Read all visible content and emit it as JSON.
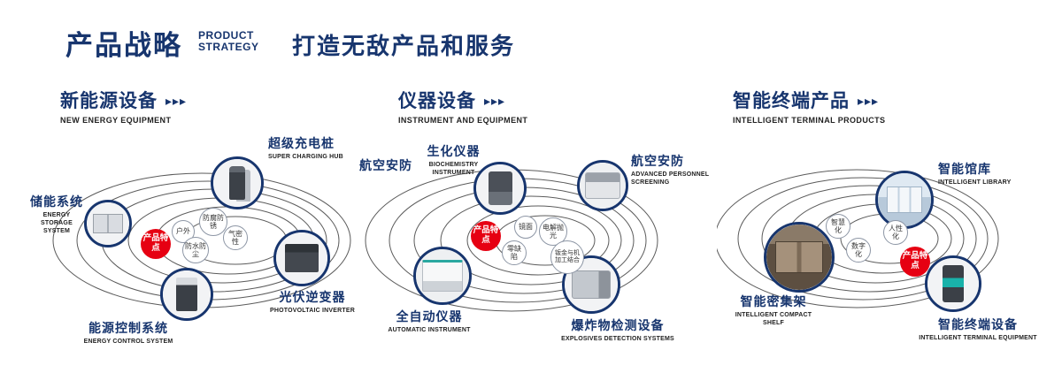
{
  "theme": {
    "navy": "#17356e",
    "red": "#e60012",
    "ring": "#3f3f3f"
  },
  "header": {
    "title": "产品战略",
    "subtitle_line1": "PRODUCT",
    "subtitle_line2": "STRATEGY",
    "slogan": "打造无敌产品和服务"
  },
  "sections": [
    {
      "title": "新能源设备",
      "subtitle": "NEW ENERGY EQUIPMENT",
      "arrows": "▸▸▸",
      "badge": "产品特点",
      "features": [
        "户外",
        "防腐防锈",
        "气密性",
        "防水防尘"
      ],
      "products": [
        {
          "name": "储能系统",
          "caption": "ENERGY STORAGE SYSTEM"
        },
        {
          "name": "超级充电桩",
          "caption": "SUPER CHARGING HUB"
        },
        {
          "name": "光伏逆变器",
          "caption": "PHOTOVOLTAIC INVERTER"
        },
        {
          "name": "能源控制系统",
          "caption": "ENERGY CONTROL SYSTEM"
        }
      ]
    },
    {
      "title": "仪器设备",
      "subtitle": "INSTRUMENT AND EQUIPMENT",
      "arrows": "▸▸▸",
      "badge": "产品特点",
      "extra_label": "航空安防",
      "features": [
        "镜面",
        "电解抛光",
        "零缺陷",
        "钣金与机加工结合"
      ],
      "products": [
        {
          "name": "生化仪器",
          "caption": "BIOCHEMISTRY INSTRUMENT"
        },
        {
          "name": "航空安防",
          "caption": "ADVANCED PERSONNEL SCREENING"
        },
        {
          "name": "全自动仪器",
          "caption": "AUTOMATIC INSTRUMENT"
        },
        {
          "name": "爆炸物检测设备",
          "caption": "EXPLOSIVES DETECTION SYSTEMS"
        }
      ]
    },
    {
      "title": "智能终端产品",
      "subtitle": "INTELLIGENT TERMINAL PRODUCTS",
      "arrows": "▸▸▸",
      "badge": "产品特点",
      "features": [
        "智慧化",
        "人性化",
        "数字化"
      ],
      "products": [
        {
          "name": "智能馆库",
          "caption": "INTELLIGENT LIBRARY"
        },
        {
          "name": "智能密集架",
          "caption": "INTELLIGENT COMPACT SHELF"
        },
        {
          "name": "智能终端设备",
          "caption": "INTELLIGENT TERMINAL EQUIPMENT"
        }
      ]
    }
  ]
}
